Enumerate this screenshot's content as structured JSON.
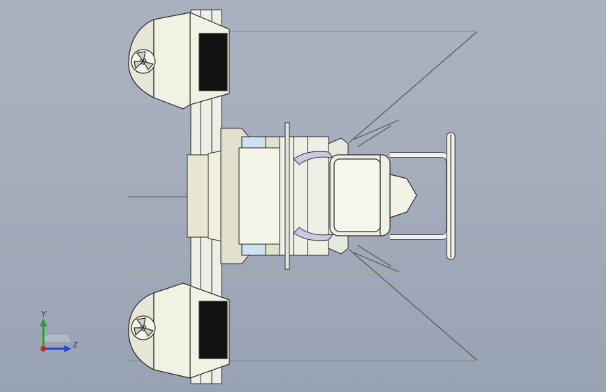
{
  "viewport": {
    "background_top": "#aab1be",
    "background_bottom": "#97a2b3"
  },
  "model": {
    "description_icon": "cad-aircraft-top-view",
    "line_color": "#2a2a2a",
    "body_fill": "#f2f2e4",
    "shadow_fill": "#cfd2c8",
    "dark_fill": "#111111",
    "tint_fill": "#cfe2f0"
  },
  "triad": {
    "y_label": "Y",
    "z_label": "Z",
    "y_color": "#2ba02b",
    "z_color": "#2645d8",
    "x_color": "#d42424"
  }
}
